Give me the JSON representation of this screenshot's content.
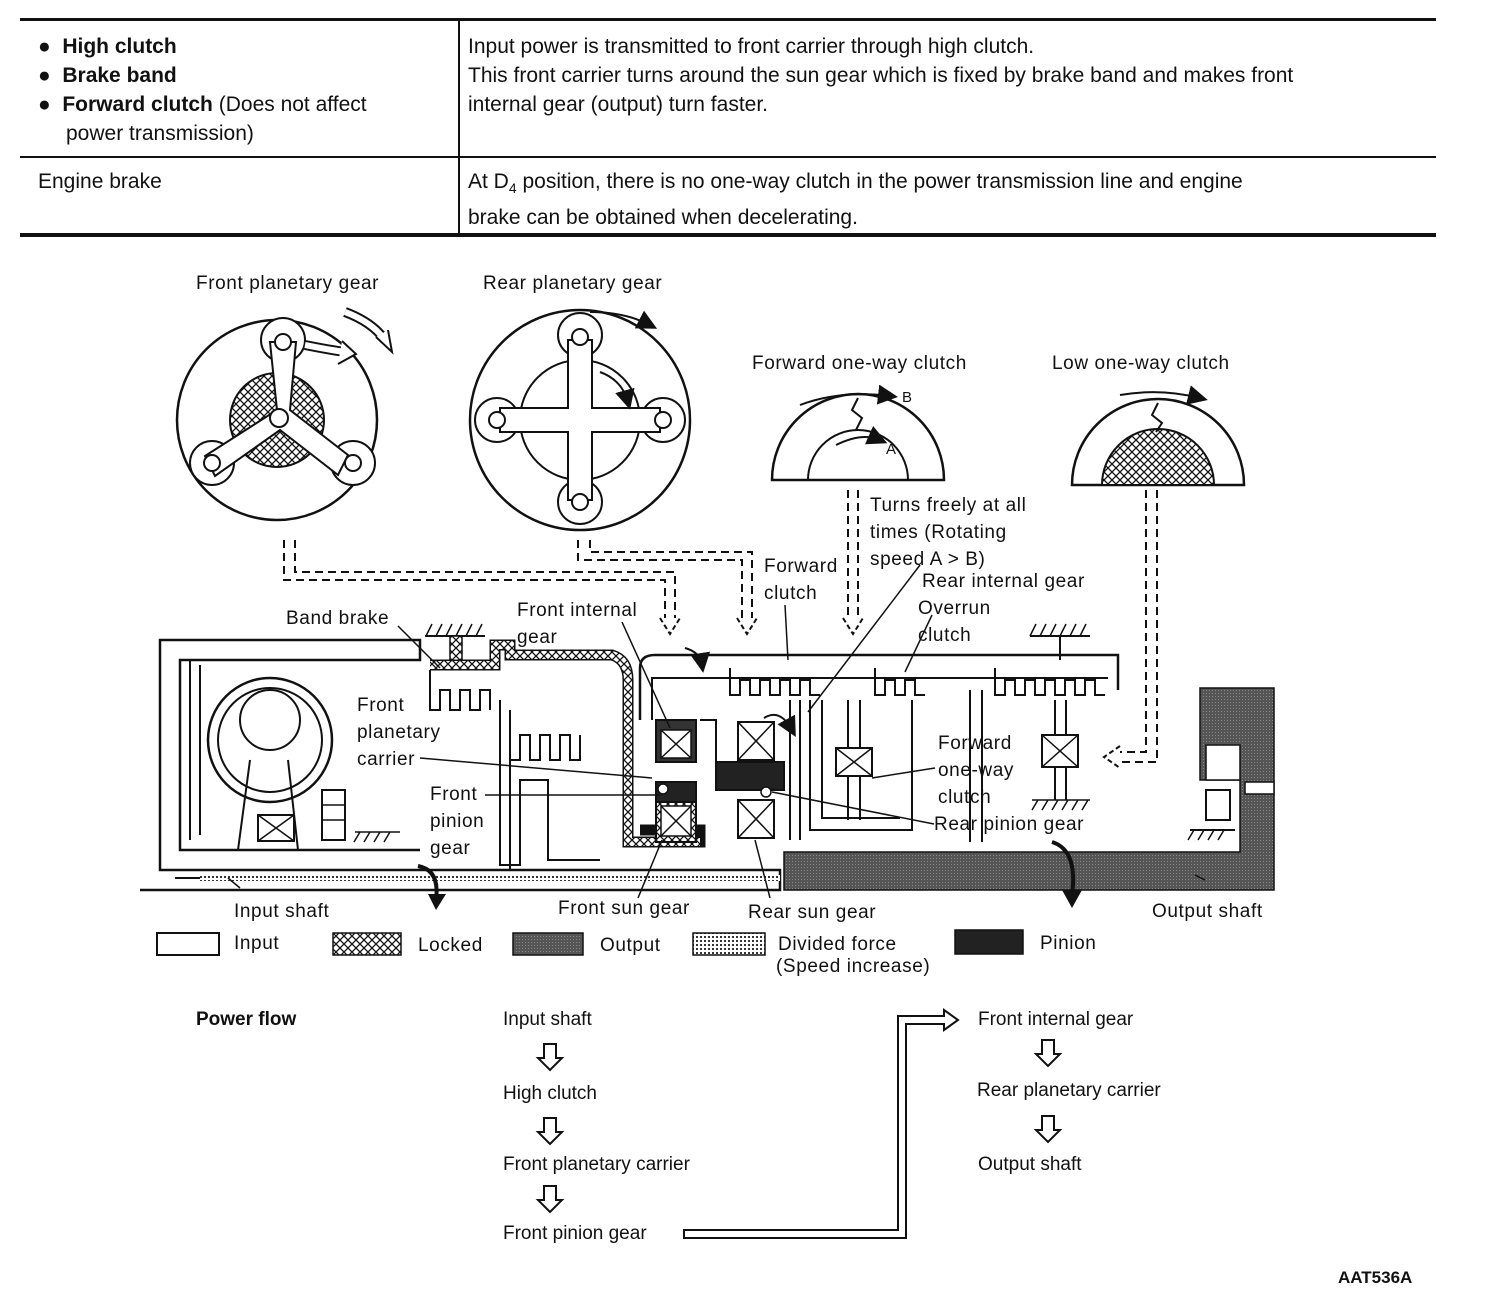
{
  "table": {
    "rows": [
      {
        "items": [
          {
            "bold": "High clutch",
            "normal": ""
          },
          {
            "bold": "Brake band",
            "normal": ""
          },
          {
            "bold": "Forward clutch",
            "normal": " (Does not affect",
            "cont": "power transmission)"
          }
        ],
        "description_lines": [
          "Input power is transmitted to front carrier through high clutch.",
          "This front carrier turns around the sun gear which is fixed by brake band and makes front",
          "internal gear (output) turn faster."
        ]
      },
      {
        "label": "Engine brake",
        "description_pre": "At D",
        "description_sub": "4",
        "description_post": " position, there is no one-way clutch in the power transmission line and engine",
        "description_line2": "brake can be obtained when decelerating."
      }
    ]
  },
  "diagram": {
    "titles": {
      "front_planetary": "Front planetary gear",
      "rear_planetary": "Rear planetary gear",
      "forward_oneway": "Forward one-way clutch",
      "low_oneway": "Low one-way clutch"
    },
    "markers": {
      "a": "A",
      "b": "B"
    },
    "notes": {
      "turns_freely": [
        "Turns freely at all",
        "times (Rotating",
        "speed A > B)"
      ]
    },
    "labels": {
      "band_brake": "Band brake",
      "front_internal_gear": [
        "Front internal",
        "gear"
      ],
      "forward_clutch": [
        "Forward",
        "clutch"
      ],
      "rear_internal_gear": "Rear internal gear",
      "overrun_clutch": [
        "Overrun",
        "clutch"
      ],
      "front_planetary_carrier": [
        "Front",
        "planetary",
        "carrier"
      ],
      "front_pinion_gear": [
        "Front",
        "pinion",
        "gear"
      ],
      "forward_oneway_clutch": [
        "Forward",
        "one-way",
        "clutch"
      ],
      "rear_pinion_gear": "Rear pinion gear",
      "input_shaft": "Input shaft",
      "front_sun_gear": "Front sun gear",
      "rear_sun_gear": "Rear sun gear",
      "output_shaft": "Output shaft"
    },
    "legend": [
      {
        "label": "Input",
        "pattern": "input"
      },
      {
        "label": "Locked",
        "pattern": "locked"
      },
      {
        "label": "Output",
        "pattern": "output"
      },
      {
        "label": "Divided force",
        "label2": "(Speed increase)",
        "pattern": "divided"
      },
      {
        "label": "Pinion",
        "pattern": "pinion"
      }
    ]
  },
  "power_flow": {
    "title": "Power flow",
    "left_steps": [
      "Input shaft",
      "High clutch",
      "Front planetary carrier",
      "Front pinion gear"
    ],
    "right_steps": [
      "Front internal gear",
      "Rear planetary carrier",
      "Output shaft"
    ]
  },
  "figure_code": "AAT536A"
}
